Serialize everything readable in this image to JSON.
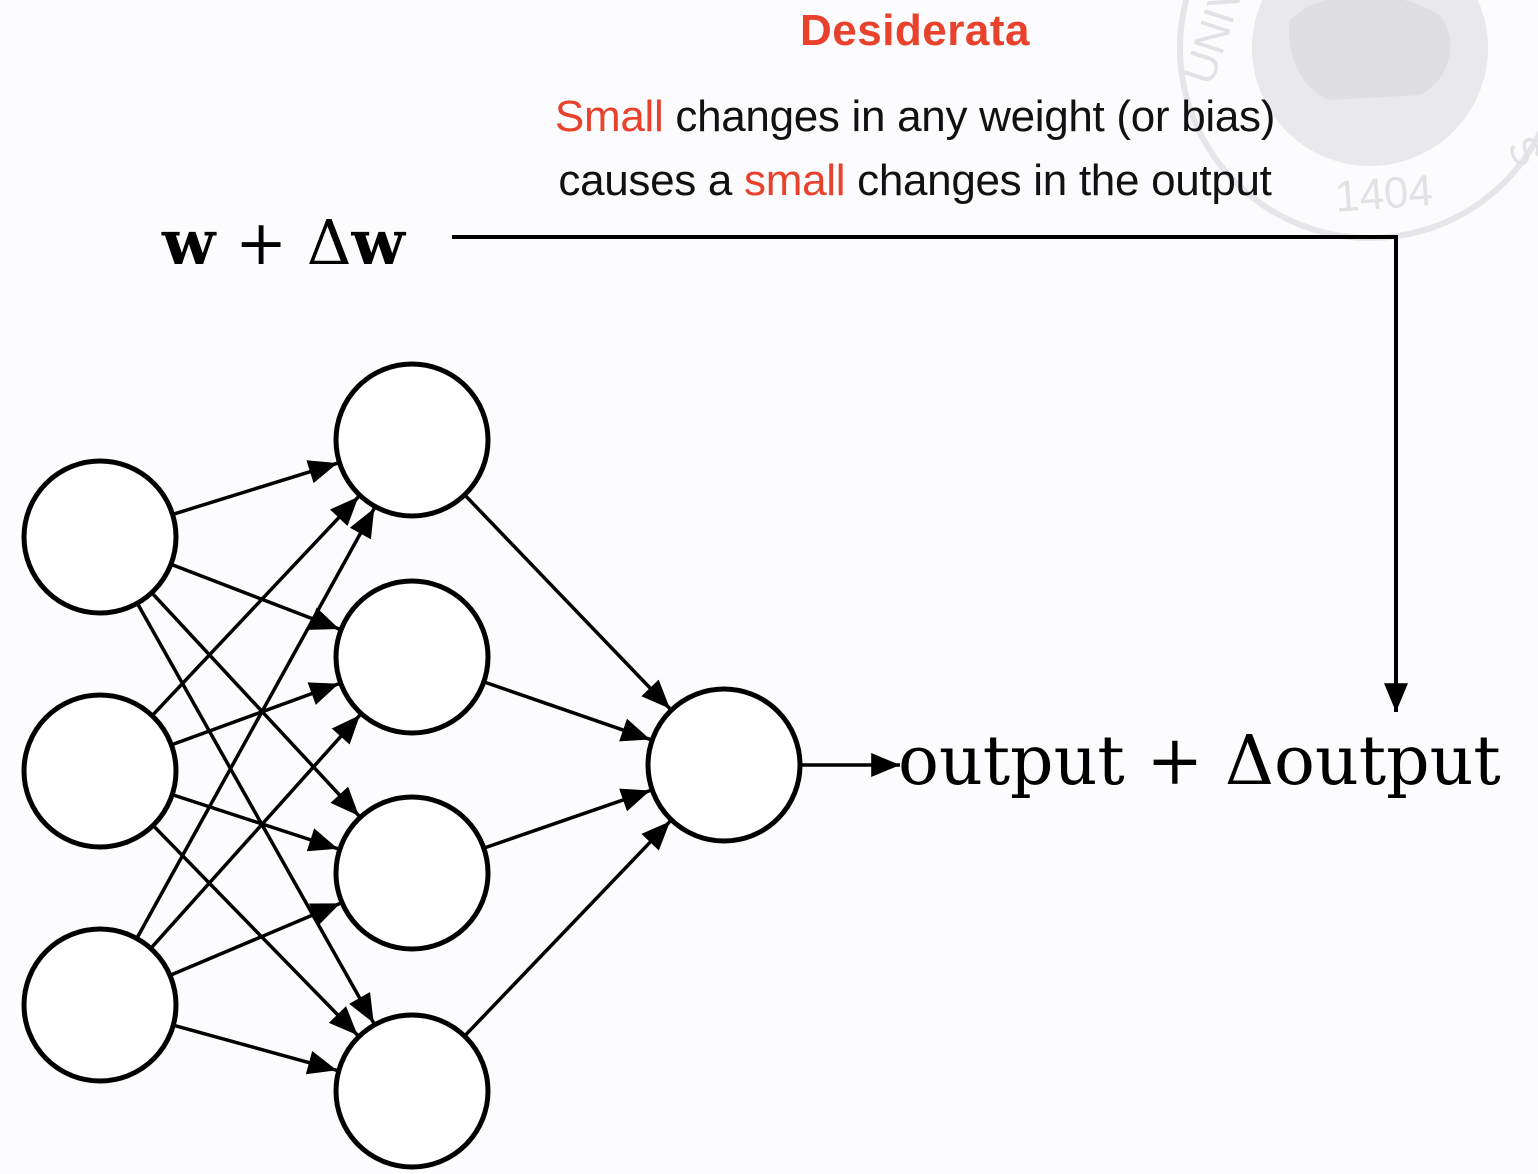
{
  "title": "Desiderata",
  "description": {
    "line1": {
      "highlight": "Small",
      "rest": " changes in any weight (or bias)"
    },
    "line2": {
      "prefix": "causes a ",
      "highlight": "small",
      "rest": " changes in the output"
    }
  },
  "labels": {
    "weight_w": "w",
    "weight_op": " + Δ",
    "weight_w2": "w",
    "output": "output + Δoutput"
  },
  "watermark": {
    "text": "UNIVER",
    "year": "1404",
    "side": "S"
  },
  "colors": {
    "accent": "#e8412c",
    "text": "#111111",
    "stroke": "#000000",
    "watermark": "#e4e4e8"
  }
}
